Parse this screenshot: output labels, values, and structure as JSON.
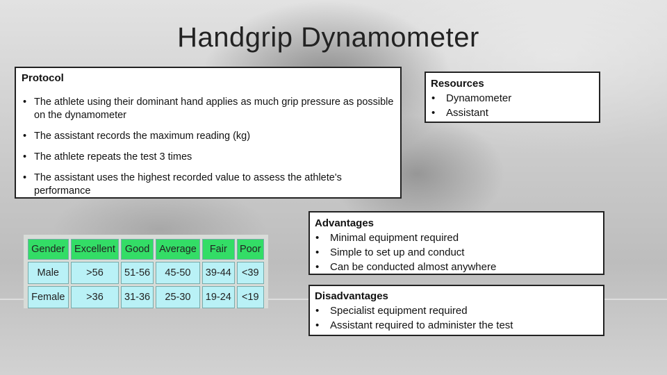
{
  "title": "Handgrip Dynamometer",
  "protocol": {
    "heading": "Protocol",
    "items": [
      "The athlete using their dominant hand applies as much grip pressure as possible on the dynamometer",
      "The assistant records the maximum reading (kg)",
      "The athlete repeats the test 3 times",
      "The assistant uses the highest recorded value to assess the athlete's performance"
    ]
  },
  "resources": {
    "heading": "Resources",
    "items": [
      "Dynamometer",
      "Assistant"
    ]
  },
  "advantages": {
    "heading": "Advantages",
    "items": [
      "Minimal equipment required",
      "Simple to set up and conduct",
      "Can be conducted almost anywhere"
    ]
  },
  "disadvantages": {
    "heading": "Disadvantages",
    "items": [
      "Specialist equipment required",
      "Assistant required to administer the test"
    ]
  },
  "norms_table": {
    "headers": [
      "Gender",
      "Excellent",
      "Good",
      "Average",
      "Fair",
      "Poor"
    ],
    "rows": [
      [
        "Male",
        ">56",
        "51-56",
        "45-50",
        "39-44",
        "<39"
      ],
      [
        "Female",
        ">36",
        "31-36",
        "25-30",
        "19-24",
        "<19"
      ]
    ],
    "colors": {
      "header_bg": "#33dd66",
      "cell_bg": "#b9f1f6"
    }
  }
}
